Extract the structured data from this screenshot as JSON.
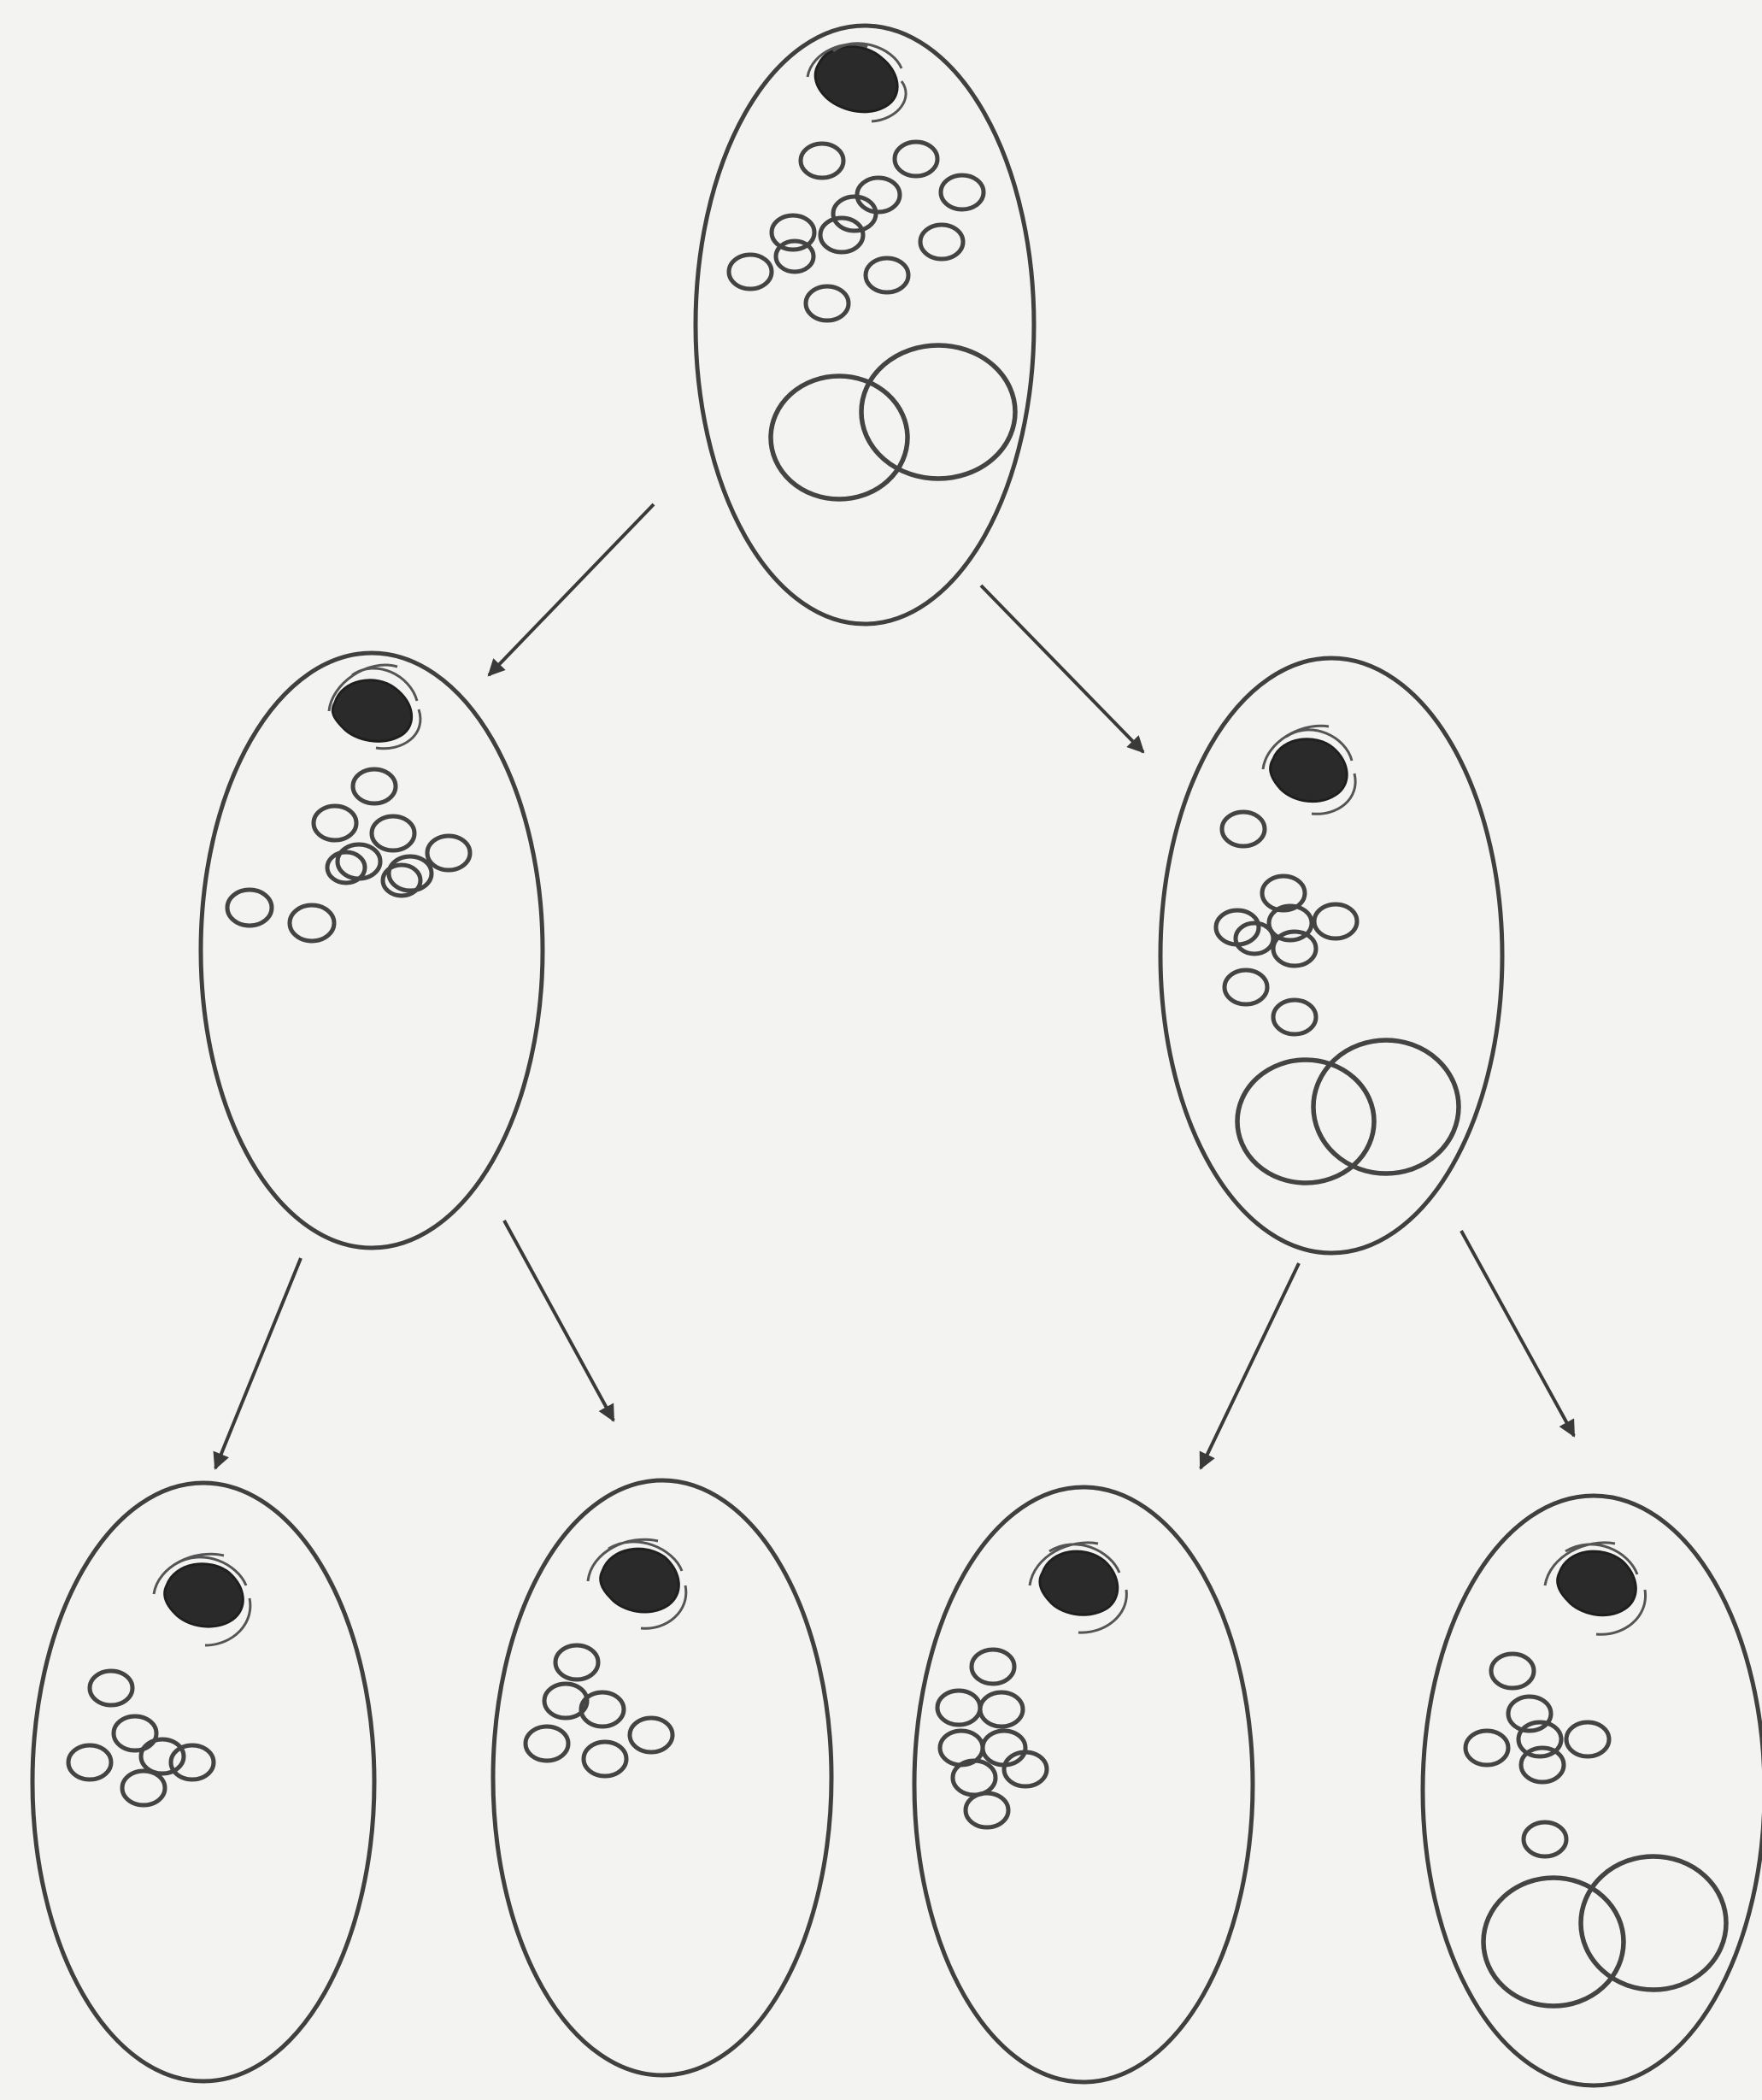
{
  "diagram": {
    "type": "cell lineage tree",
    "colors": {
      "background": "#f3f3f1",
      "outline": "#404040",
      "nucleus": "#2a2a2a"
    },
    "generations": [
      {
        "cells": [
          {
            "id": "parent",
            "small_granules": 12,
            "large_bodies": 2,
            "has_nucleus": true
          }
        ]
      },
      {
        "cells": [
          {
            "id": "daughter-left",
            "small_granules": 10,
            "large_bodies": 0,
            "has_nucleus": true
          },
          {
            "id": "daughter-right",
            "small_granules": 9,
            "large_bodies": 2,
            "has_nucleus": true
          }
        ]
      },
      {
        "cells": [
          {
            "id": "granddaughter-1",
            "small_granules": 6,
            "large_bodies": 0,
            "has_nucleus": true
          },
          {
            "id": "granddaughter-2",
            "small_granules": 6,
            "large_bodies": 0,
            "has_nucleus": true
          },
          {
            "id": "granddaughter-3",
            "small_granules": 8,
            "large_bodies": 0,
            "has_nucleus": true
          },
          {
            "id": "granddaughter-4",
            "small_granules": 7,
            "large_bodies": 2,
            "has_nucleus": true
          }
        ]
      }
    ],
    "divisions": [
      {
        "from": "parent",
        "to": "daughter-left"
      },
      {
        "from": "parent",
        "to": "daughter-right"
      },
      {
        "from": "daughter-left",
        "to": "granddaughter-1"
      },
      {
        "from": "daughter-left",
        "to": "granddaughter-2"
      },
      {
        "from": "daughter-right",
        "to": "granddaughter-3"
      },
      {
        "from": "daughter-right",
        "to": "granddaughter-4"
      }
    ]
  }
}
